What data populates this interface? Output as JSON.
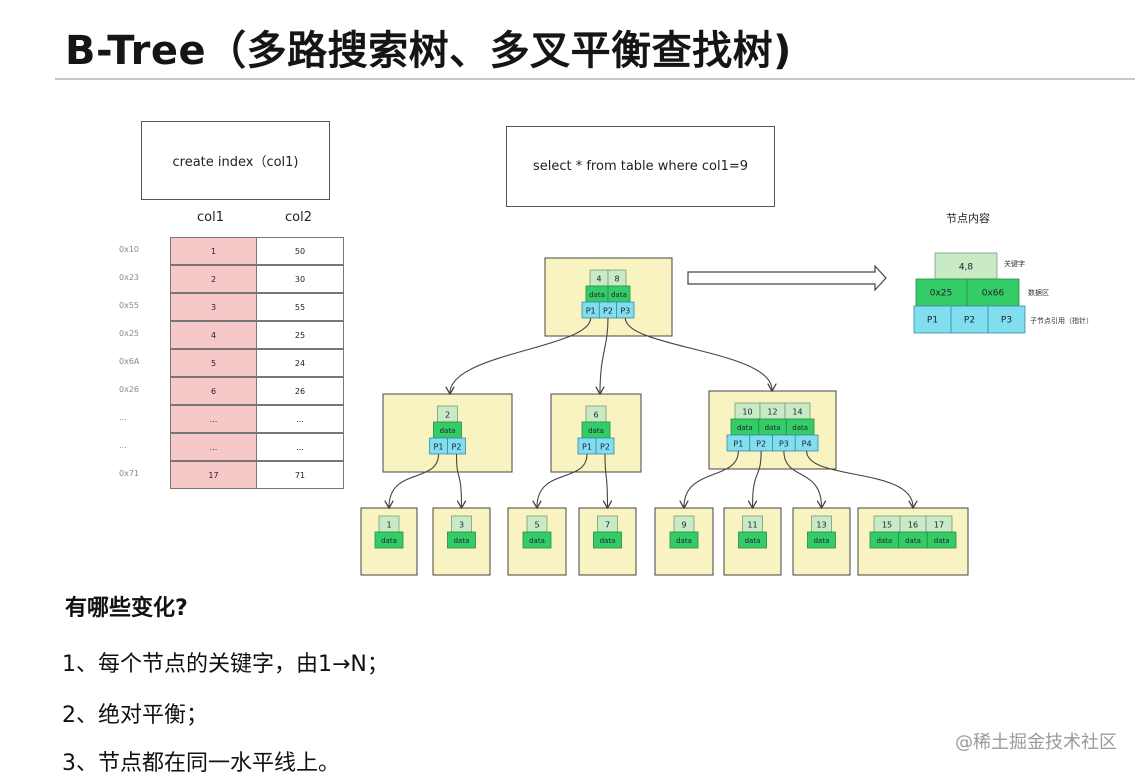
{
  "title": "B-Tree（多路搜索树、多叉平衡查找树)",
  "create_index": "create  index（col1)",
  "select_sql": "select  * from table  where col1=9",
  "table": {
    "headers": [
      "col1",
      "col2"
    ],
    "rows": [
      {
        "addr": "0x10",
        "col1": "1",
        "col2": "50"
      },
      {
        "addr": "0x23",
        "col1": "2",
        "col2": "30"
      },
      {
        "addr": "0x55",
        "col1": "3",
        "col2": "55"
      },
      {
        "addr": "0x25",
        "col1": "4",
        "col2": "25"
      },
      {
        "addr": "0x6A",
        "col1": "5",
        "col2": "24"
      },
      {
        "addr": "0x26",
        "col1": "6",
        "col2": "26"
      },
      {
        "addr": "...",
        "col1": "...",
        "col2": "..."
      },
      {
        "addr": "...",
        "col1": "...",
        "col2": "..."
      },
      {
        "addr": "0x71",
        "col1": "17",
        "col2": "71"
      }
    ]
  },
  "legend": {
    "title": "节点内容",
    "key": "4,8",
    "key_label": "关键字",
    "data": [
      "0x25",
      "0x66"
    ],
    "data_label": "数据区",
    "ptrs": [
      "P1",
      "P2",
      "P3"
    ],
    "ptr_label": "子节点引用（指针）"
  },
  "tree": {
    "data_label": "data",
    "root": {
      "keys": [
        "4",
        "8"
      ],
      "ptrs": [
        "P1",
        "P2",
        "P3"
      ]
    },
    "level2": [
      {
        "keys": [
          "2"
        ],
        "ptrs": [
          "P1",
          "P2"
        ]
      },
      {
        "keys": [
          "6"
        ],
        "ptrs": [
          "P1",
          "P2"
        ]
      },
      {
        "keys": [
          "10",
          "12",
          "14"
        ],
        "ptrs": [
          "P1",
          "P2",
          "P3",
          "P4"
        ]
      }
    ],
    "leaves": [
      {
        "keys": [
          "1"
        ]
      },
      {
        "keys": [
          "3"
        ]
      },
      {
        "keys": [
          "5"
        ]
      },
      {
        "keys": [
          "7"
        ]
      },
      {
        "keys": [
          "9"
        ]
      },
      {
        "keys": [
          "11"
        ]
      },
      {
        "keys": [
          "13"
        ]
      },
      {
        "keys": [
          "15",
          "16",
          "17"
        ]
      }
    ]
  },
  "changes": {
    "question": "有哪些变化?",
    "items": [
      "1、每个节点的关键字，由1→N；",
      "2、绝对平衡；",
      "3、节点都在同一水平线上。"
    ]
  },
  "watermark": "@稀土掘金技术社区",
  "colors": {
    "node_bg": "#f9f3c2",
    "key": "#c8ebc6",
    "data": "#33cc66",
    "ptr": "#80deef",
    "col1": "#f6c8c8"
  }
}
